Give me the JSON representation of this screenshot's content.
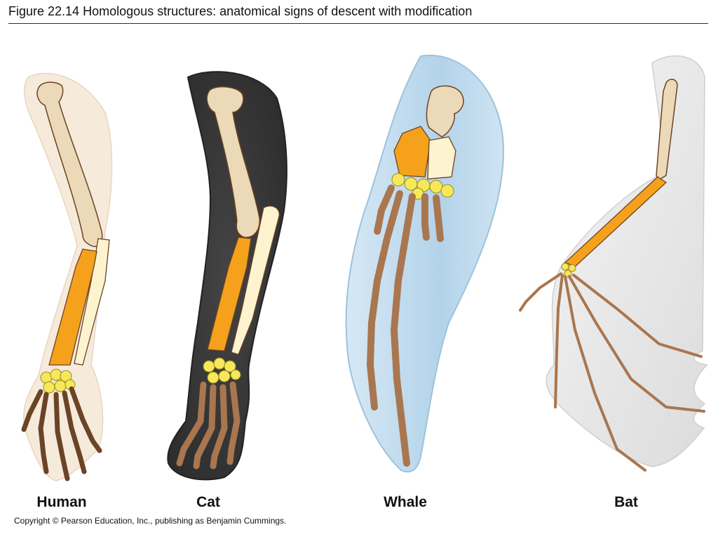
{
  "title": "Figure 22.14  Homologous structures: anatomical signs of descent with modification",
  "labels": {
    "human": "Human",
    "cat": "Cat",
    "whale": "Whale",
    "bat": "Bat"
  },
  "copyright": "Copyright © Pearson Education, Inc., publishing as Benjamin Cummings.",
  "colors": {
    "humerus": "#ecd9b8",
    "radius": "#f5a11c",
    "ulna": "#fdf3cf",
    "carpals": "#f7e85a",
    "phalanges": "#a9764f",
    "bone_outline": "#6b4326",
    "human_skin": "#f6eadb",
    "cat_fur": "#3a3a3a",
    "whale_flipper": "#bcd8ea",
    "bat_membrane": "#ececec",
    "title_rule": "#1f2a6e"
  }
}
